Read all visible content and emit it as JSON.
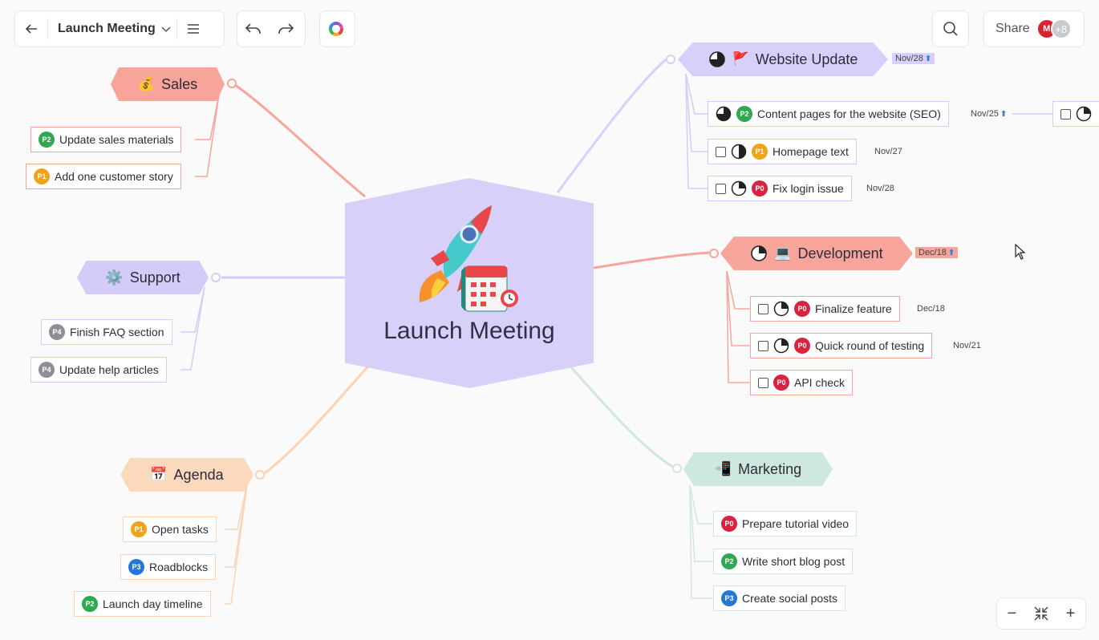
{
  "toolbar": {
    "doc_title": "Launch Meeting",
    "share_label": "Share",
    "avatar_initials": "M",
    "collaborators_more": "+8"
  },
  "center": {
    "title": "Launch Meeting"
  },
  "branches": {
    "sales": {
      "label": "Sales",
      "color": "#f7a49b"
    },
    "support": {
      "label": "Support",
      "color": "#c9bff6"
    },
    "agenda": {
      "label": "Agenda",
      "color": "#fbd3b3"
    },
    "website": {
      "label": "Website Update",
      "color": "#d8cffa",
      "date": "Nov/28"
    },
    "development": {
      "label": "Development",
      "color": "#f7a49b",
      "date": "Dec/18"
    },
    "marketing": {
      "label": "Marketing",
      "color": "#cfe8de"
    }
  },
  "tasks": {
    "sales": [
      {
        "priority": "P2",
        "label": "Update sales materials"
      },
      {
        "priority": "P1",
        "label": "Add one customer story"
      }
    ],
    "support": [
      {
        "priority": "P4",
        "label": "Finish FAQ section"
      },
      {
        "priority": "P4",
        "label": "Update help articles"
      }
    ],
    "agenda": [
      {
        "priority": "P1",
        "label": "Open tasks"
      },
      {
        "priority": "P3",
        "label": "Roadblocks"
      },
      {
        "priority": "P2",
        "label": "Launch day timeline"
      }
    ],
    "website": [
      {
        "priority": "P2",
        "label": "Content pages for the website (SEO)",
        "date": "Nov/25",
        "progress": 0.75
      },
      {
        "priority": "P1",
        "label": "Homepage text",
        "date": "Nov/27",
        "progress": 0.5
      },
      {
        "priority": "P0",
        "label": "Fix login issue",
        "date": "Nov/28",
        "progress": 0.25
      }
    ],
    "development": [
      {
        "priority": "P0",
        "label": "Finalize feature",
        "date": "Dec/18",
        "progress": 0.25
      },
      {
        "priority": "P0",
        "label": "Quick round of testing",
        "date": "Nov/21",
        "progress": 0.25
      },
      {
        "priority": "P0",
        "label": "API check"
      }
    ],
    "marketing": [
      {
        "priority": "P0",
        "label": "Prepare tutorial video"
      },
      {
        "priority": "P2",
        "label": "Write short blog post"
      },
      {
        "priority": "P3",
        "label": "Create social posts"
      }
    ]
  },
  "zoom": {
    "minus": "−",
    "plus": "+"
  }
}
